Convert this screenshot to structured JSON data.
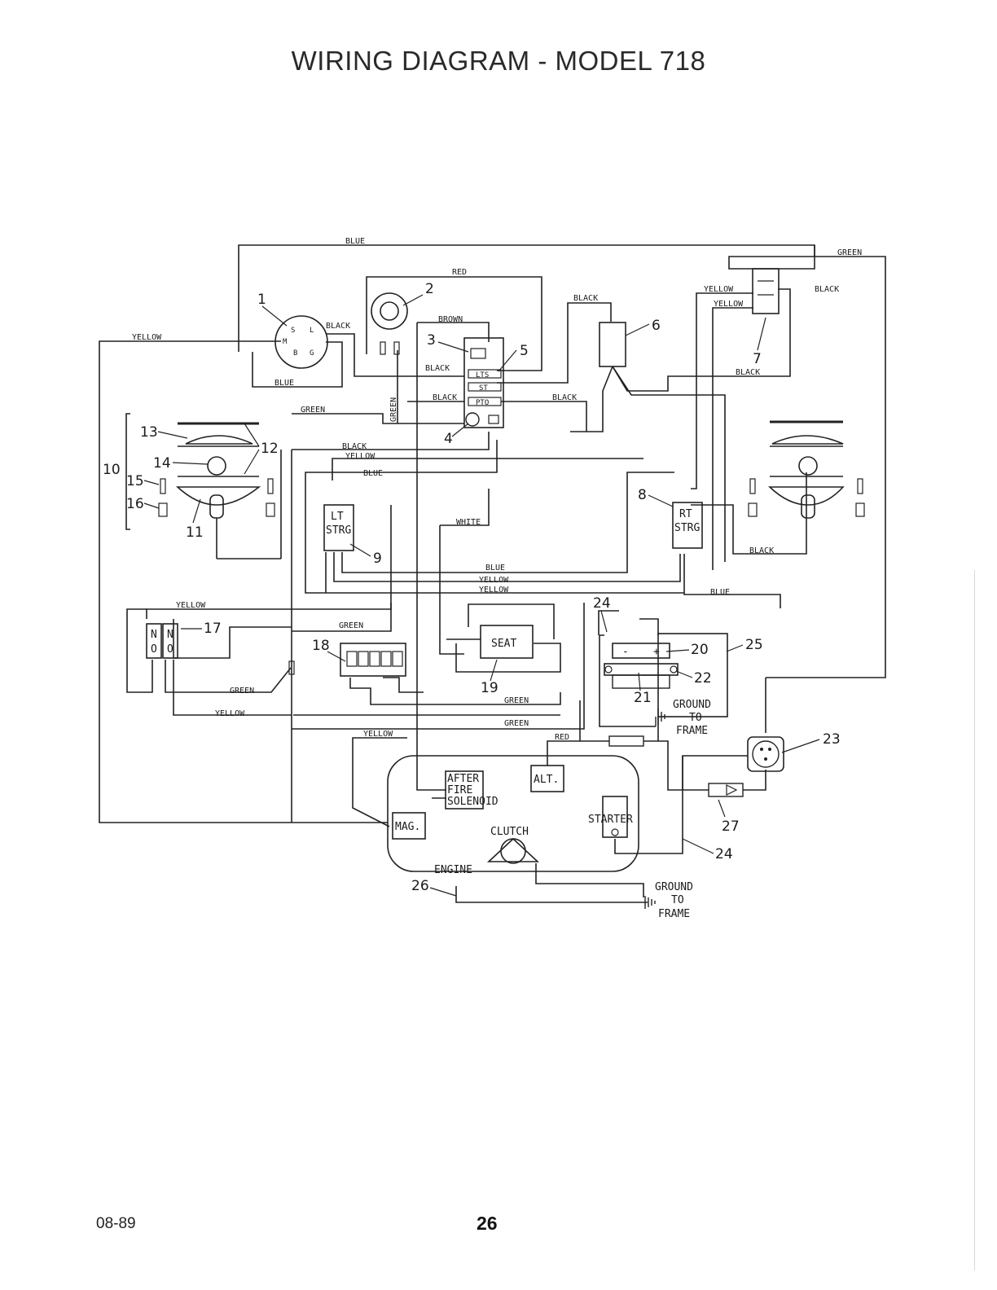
{
  "title": "WIRING DIAGRAM - MODEL 718",
  "footer": {
    "date": "08-89",
    "page": "26"
  },
  "wire_labels": {
    "blue_top": "BLUE",
    "green_top": "GREEN",
    "red_top": "RED",
    "yellow_left": "YELLOW",
    "black_1": "BLACK",
    "blue_1": "BLUE",
    "brown": "BROWN",
    "black_6": "BLACK",
    "yellow_7a": "YELLOW",
    "yellow_7b": "YELLOW",
    "black_7r": "BLACK",
    "black_7b": "BLACK",
    "black_3": "BLACK",
    "black_4": "BLACK",
    "black_4r": "BLACK",
    "green_mid": "GREEN",
    "green_vert": "GREEN",
    "black_12": "BLACK",
    "yellow_12": "YELLOW",
    "blue_12": "BLUE",
    "white": "WHITE",
    "black_rt": "BLACK",
    "blue_bus": "BLUE",
    "yellow_bus1": "YELLOW",
    "yellow_bus2": "YELLOW",
    "blue_rt": "BLUE",
    "yellow_17": "YELLOW",
    "green_18": "GREEN",
    "green_17": "GREEN",
    "yellow_17b": "YELLOW",
    "green_19a": "GREEN",
    "green_19b": "GREEN",
    "yellow_eng": "YELLOW",
    "red_eng": "RED"
  },
  "components": {
    "ign_s": "S",
    "ign_l": "L",
    "ign_m": "M",
    "ign_b": "B",
    "ign_g": "G",
    "lt_strg_1": "LT",
    "lt_strg_2": "STRG",
    "rt_strg_1": "RT",
    "rt_strg_2": "STRG",
    "seat": "SEAT",
    "no_1": "N",
    "no_2": "O",
    "no_3": "N",
    "no_4": "O",
    "ground_1": "GROUND",
    "to_1": "TO",
    "frame_1": "FRAME",
    "ground_2": "GROUND",
    "to_2": "TO",
    "frame_2": "FRAME",
    "after_1": "AFTER",
    "after_2": "FIRE",
    "after_3": "SOLENOID",
    "alt": "ALT.",
    "mag": "MAG.",
    "clutch": "CLUTCH",
    "starter": "STARTER",
    "engine": "ENGINE",
    "sw_lts": "LTS",
    "sw_st": "ST",
    "sw_pto": "PTO",
    "minus": "-",
    "plus": "+"
  },
  "callouts": {
    "n1": "1",
    "n2": "2",
    "n3": "3",
    "n4": "4",
    "n5": "5",
    "n6": "6",
    "n7": "7",
    "n8": "8",
    "n9": "9",
    "n10": "10",
    "n11": "11",
    "n12": "12",
    "n13": "13",
    "n14": "14",
    "n15": "15",
    "n16": "16",
    "n17": "17",
    "n18": "18",
    "n19": "19",
    "n20": "20",
    "n21": "21",
    "n22": "22",
    "n23": "23",
    "n24a": "24",
    "n24b": "24",
    "n25": "25",
    "n26": "26",
    "n27": "27"
  }
}
